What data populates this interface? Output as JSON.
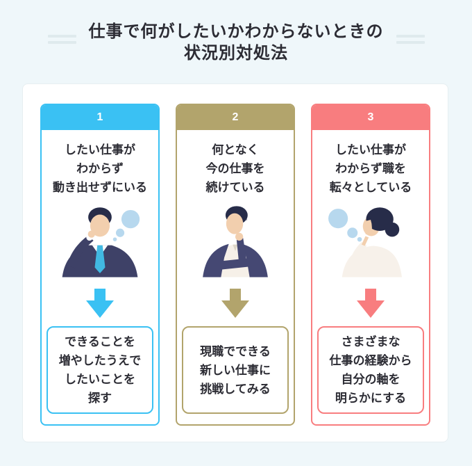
{
  "header": {
    "title": "仕事で何がしたいかわからないときの\n状況別対処法"
  },
  "colors": {
    "background": "#eff7fa",
    "card": "#ffffff",
    "title_text": "#2c2c34",
    "decor_line": "#dfeaed",
    "thought_bubble": "#b7d8ee",
    "accent_1": "#3ac1f3",
    "accent_2": "#b2a46c",
    "accent_3": "#f87d7f"
  },
  "columns": [
    {
      "number": "1",
      "accent": "#3ac1f3",
      "situation": "したい仕事が\nわからず\n動き出せずにいる",
      "illustration": "man-in-suit-scratching-head-with-thought-bubbles",
      "solution": "できることを\n増やしたうえで\nしたいことを\n探す"
    },
    {
      "number": "2",
      "accent": "#b2a46c",
      "situation": "何となく\n今の仕事を\n続けている",
      "illustration": "man-thinking-hand-on-chin",
      "solution": "現職でできる\n新しい仕事に\n挑戦してみる"
    },
    {
      "number": "3",
      "accent": "#f87d7f",
      "situation": "したい仕事が\nわからず職を\n転々としている",
      "illustration": "woman-thinking-with-thought-bubbles",
      "solution": "さまざまな\n仕事の経験から\n自分の軸を\n明らかにする"
    }
  ]
}
